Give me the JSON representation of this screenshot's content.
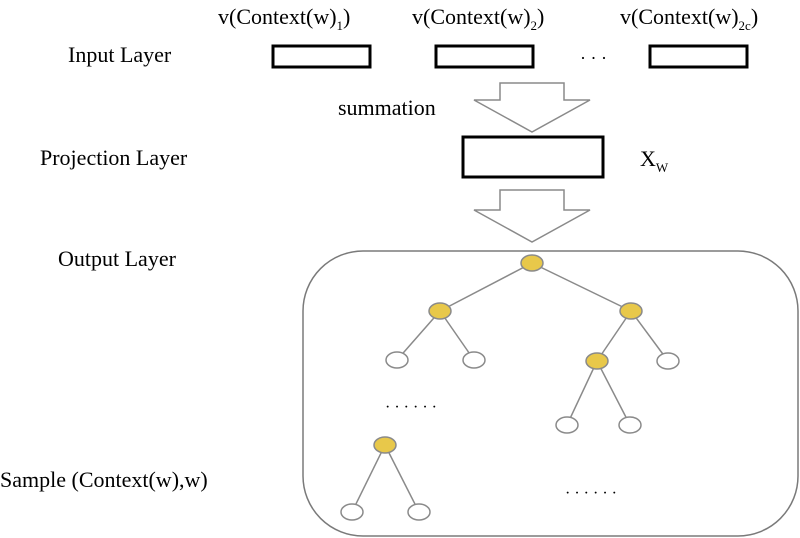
{
  "layers": {
    "input": "Input Layer",
    "projection": "Projection Layer",
    "output": "Output Layer",
    "sample": "Sample (Context(w),w)"
  },
  "inputs": [
    {
      "base": "v(Context(w)",
      "sub": "1",
      "close": ")"
    },
    {
      "base": "v(Context(w)",
      "sub": "2",
      "close": ")"
    },
    {
      "base": "v(Context(w)",
      "sub": "2c",
      "close": ")"
    }
  ],
  "ellipsis_input": "· · ·",
  "summation": "summation",
  "projection_output": {
    "base": "X",
    "sub": "W"
  },
  "tree_ellipsis_left": "· · · · · ·",
  "tree_ellipsis_right": "· · · · · ·",
  "colors": {
    "internal_node": "#E8C84A",
    "leaf_node": "#FFFFFF",
    "node_stroke": "#8A8A8A",
    "edge": "#8A8A8A",
    "box_stroke": "#000000",
    "frame_stroke": "#7A7A7A"
  }
}
